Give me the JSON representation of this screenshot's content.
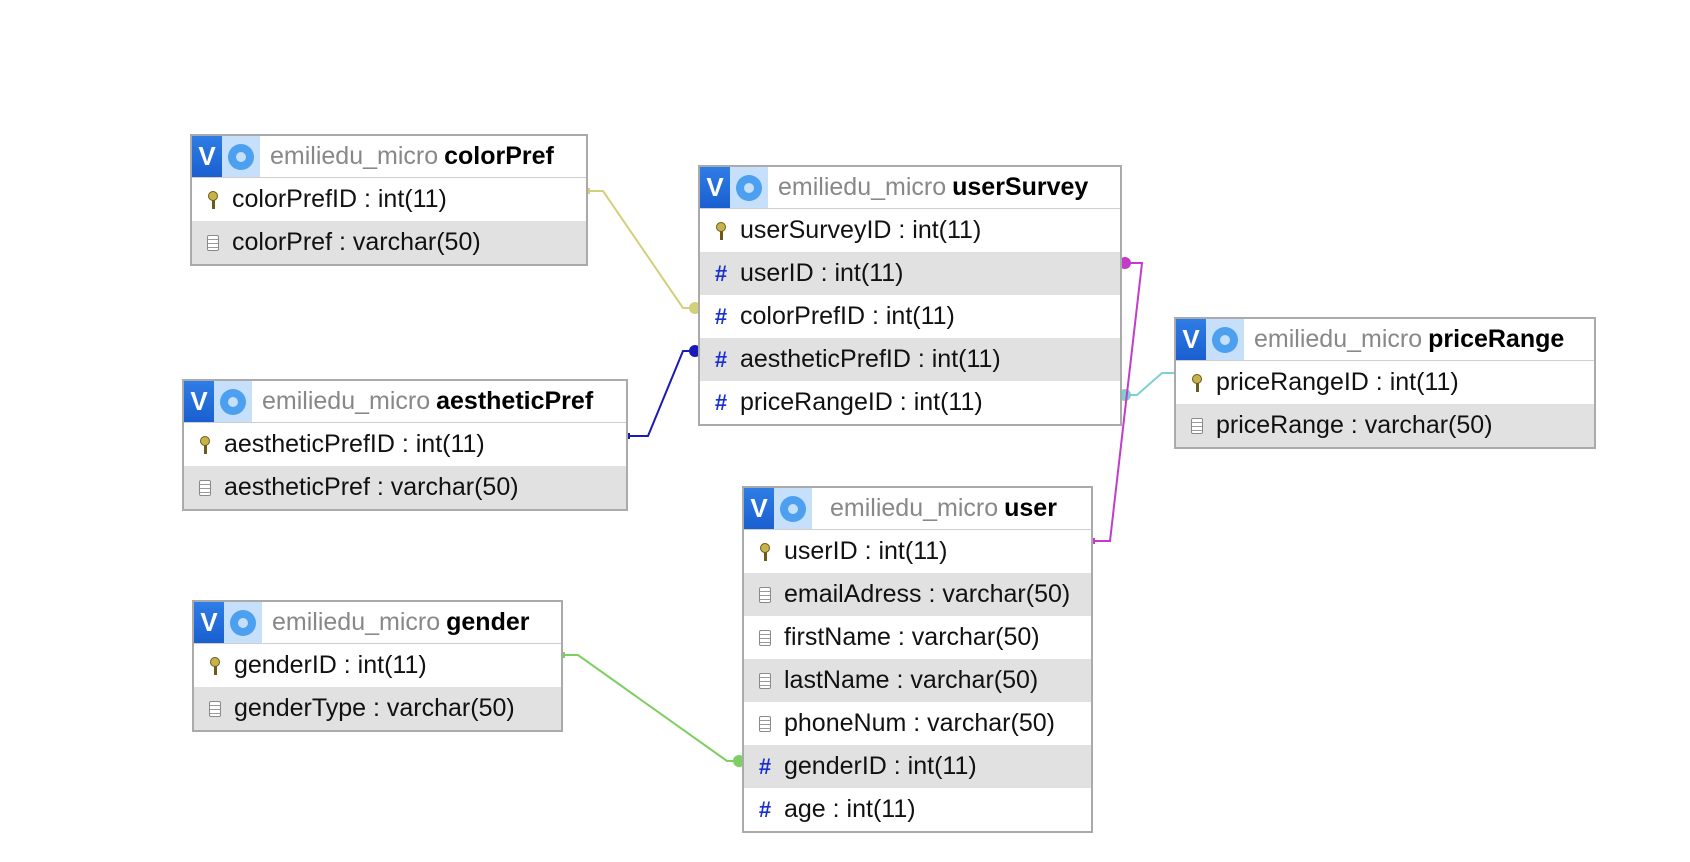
{
  "relation_colors": {
    "colorPref": "#d4cf7a",
    "aestheticPref": "#1a1ab8",
    "gender": "#7ccf60",
    "priceRange": "#7fd0d0",
    "user": "#c23cc9"
  },
  "tables": [
    {
      "db": "emiliedu_micro",
      "name": "colorPref",
      "columns": [
        {
          "label": "colorPrefID : int(11)",
          "icon": "key-icon"
        },
        {
          "label": "colorPref : varchar(50)",
          "icon": "document-icon"
        }
      ]
    },
    {
      "db": "emiliedu_micro",
      "name": "aestheticPref",
      "columns": [
        {
          "label": "aestheticPrefID : int(11)",
          "icon": "key-icon"
        },
        {
          "label": "aestheticPref : varchar(50)",
          "icon": "document-icon"
        }
      ]
    },
    {
      "db": "emiliedu_micro",
      "name": "gender",
      "columns": [
        {
          "label": "genderID : int(11)",
          "icon": "key-icon"
        },
        {
          "label": "genderType : varchar(50)",
          "icon": "document-icon"
        }
      ]
    },
    {
      "db": "emiliedu_micro",
      "name": "userSurvey",
      "columns": [
        {
          "label": "userSurveyID : int(11)",
          "icon": "key-icon"
        },
        {
          "label": "userID : int(11)",
          "icon": "hash-icon"
        },
        {
          "label": "colorPrefID : int(11)",
          "icon": "hash-icon"
        },
        {
          "label": "aestheticPrefID : int(11)",
          "icon": "hash-icon"
        },
        {
          "label": "priceRangeID : int(11)",
          "icon": "hash-icon"
        }
      ]
    },
    {
      "db": "emiliedu_micro",
      "name": "user",
      "columns": [
        {
          "label": "userID : int(11)",
          "icon": "key-icon"
        },
        {
          "label": "emailAdress : varchar(50)",
          "icon": "document-icon"
        },
        {
          "label": "firstName : varchar(50)",
          "icon": "document-icon"
        },
        {
          "label": "lastName : varchar(50)",
          "icon": "document-icon"
        },
        {
          "label": "phoneNum : varchar(50)",
          "icon": "document-icon"
        },
        {
          "label": "genderID : int(11)",
          "icon": "hash-icon"
        },
        {
          "label": "age : int(11)",
          "icon": "hash-icon"
        }
      ]
    },
    {
      "db": "emiliedu_micro",
      "name": "priceRange",
      "columns": [
        {
          "label": "priceRangeID : int(11)",
          "icon": "key-icon"
        },
        {
          "label": "priceRange : varchar(50)",
          "icon": "document-icon"
        }
      ]
    }
  ]
}
